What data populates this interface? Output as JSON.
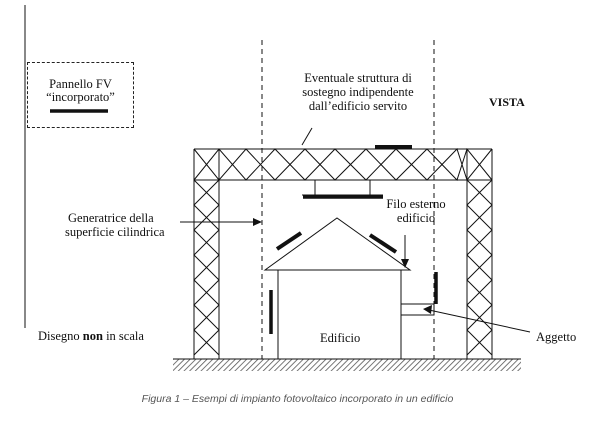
{
  "legend": {
    "line1": "Pannello FV",
    "line2": "“incorporato”"
  },
  "labels": {
    "struttura_1": "Eventuale struttura di",
    "struttura_2": "sostegno indipendente",
    "struttura_3": "dall’edificio servito",
    "vista": "VISTA",
    "generatrice_1": "Generatrice della",
    "generatrice_2": "superficie cilindrica",
    "filo_1": "Filo esterno",
    "filo_2": "edificio",
    "disegno_pre": "Disegno ",
    "disegno_bold": "non",
    "disegno_post": " in scala",
    "edificio": "Edificio",
    "aggetto": "Aggetto"
  },
  "caption": "Figura 1 – Esempi di impianto fotovoltaico incorporato in un edificio",
  "colors": {
    "ink": "#111111",
    "ground_hatch": "#555555",
    "caption": "#555555"
  }
}
